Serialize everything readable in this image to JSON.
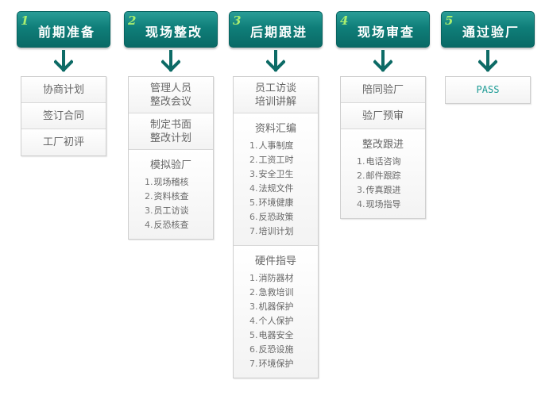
{
  "stages": [
    {
      "number": "1",
      "title": "前期准备",
      "cells": [
        {
          "type": "single",
          "text": "协商计划"
        },
        {
          "type": "single",
          "text": "签订合同"
        },
        {
          "type": "single",
          "text": "工厂初评"
        }
      ]
    },
    {
      "number": "2",
      "title": "现场整改",
      "cells": [
        {
          "type": "double",
          "lines": [
            "管理人员",
            "整改会议"
          ]
        },
        {
          "type": "double",
          "lines": [
            "制定书面",
            "整改计划"
          ]
        },
        {
          "type": "list",
          "heading": "模拟验厂",
          "items": [
            "现场稽核",
            "资料核查",
            "员工访谈",
            "反恐核查"
          ]
        }
      ]
    },
    {
      "number": "3",
      "title": "后期跟进",
      "cells": [
        {
          "type": "double",
          "lines": [
            "员工访谈",
            "培训讲解"
          ]
        },
        {
          "type": "list",
          "heading": "资料汇编",
          "items": [
            "人事制度",
            "工资工时",
            "安全卫生",
            "法规文件",
            "环境健康",
            "反恐政策",
            "培训计划"
          ]
        },
        {
          "type": "list",
          "heading": "硬件指导",
          "items": [
            "消防器材",
            "急救培训",
            "机器保护",
            "个人保护",
            "电器安全",
            "反恐设施",
            "环境保护"
          ]
        }
      ]
    },
    {
      "number": "4",
      "title": "现场审查",
      "cells": [
        {
          "type": "single",
          "text": "陪同验厂"
        },
        {
          "type": "single",
          "text": "验厂预审"
        },
        {
          "type": "list",
          "heading": "整改跟进",
          "items": [
            "电话咨询",
            "邮件跟踪",
            "传真跟进",
            "现场指导"
          ]
        }
      ]
    },
    {
      "number": "5",
      "title": "通过验厂",
      "cells": [
        {
          "type": "pass",
          "text": "PASS"
        }
      ]
    }
  ],
  "colors": {
    "header": "#0f7e79",
    "arrow": "#0d6b66",
    "number": "#a9ee6f",
    "pass": "#1a9a94"
  },
  "icons": {
    "connector": "down-arrow-icon"
  }
}
